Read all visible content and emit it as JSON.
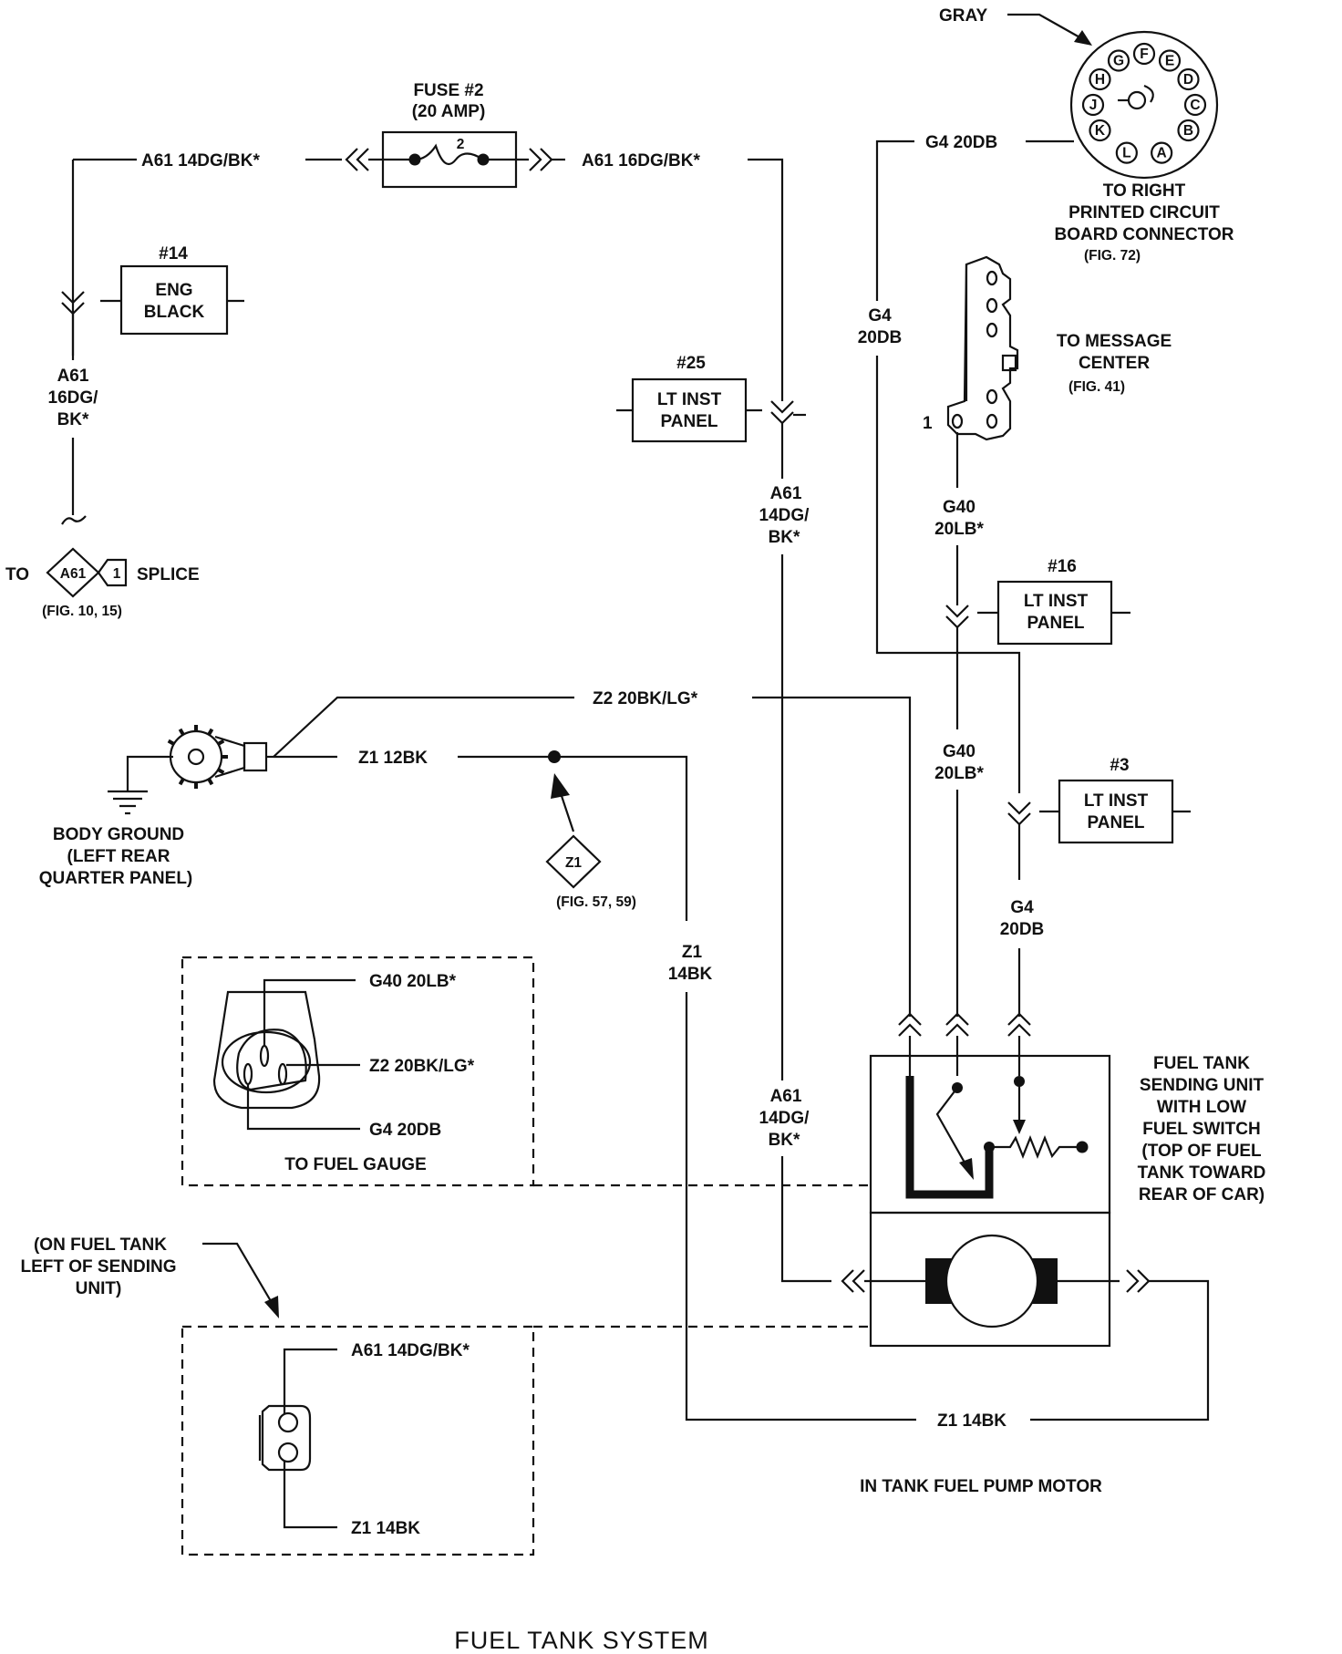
{
  "title": "FUEL TANK SYSTEM",
  "colors": {
    "ink": "#111111",
    "paper": "#ffffff"
  },
  "fuse": {
    "name": "FUSE #2",
    "rating": "(20 AMP)",
    "number": "2"
  },
  "wires": {
    "a61_14_top": "A61 14DG/BK*",
    "a61_16_top": "A61 16DG/BK*",
    "a61_left_l1": "A61",
    "a61_left_l2": "16DG/",
    "a61_left_l3": "BK*",
    "a61_mid_l1": "A61",
    "a61_mid_l2": "14DG/",
    "a61_mid_l3": "BK*",
    "a61_low_l1": "A61",
    "a61_low_l2": "14DG/",
    "a61_low_l3": "BK*",
    "g4_top": "G4 20DB",
    "g4_vert_l1": "G4",
    "g4_vert_l2": "20DB",
    "g40_a_l1": "G40",
    "g40_a_l2": "20LB*",
    "g40_b_l1": "G40",
    "g40_b_l2": "20LB*",
    "g4_low_l1": "G4",
    "g4_low_l2": "20DB",
    "z2": "Z2 20BK/LG*",
    "z1_12": "Z1 12BK",
    "z1_14_l1": "Z1",
    "z1_14_l2": "14BK",
    "z1_14_bottom": "Z1 14BK"
  },
  "connectors": {
    "c14": {
      "num": "#14",
      "l1": "ENG",
      "l2": "BLACK"
    },
    "c25": {
      "num": "#25",
      "l1": "LT INST",
      "l2": "PANEL"
    },
    "c16": {
      "num": "#16",
      "l1": "LT INST",
      "l2": "PANEL"
    },
    "c3": {
      "num": "#3",
      "l1": "LT INST",
      "l2": "PANEL"
    }
  },
  "splice": {
    "to": "TO",
    "code": "A61",
    "num": "1",
    "label": "SPLICE",
    "fig": "(FIG. 10, 15)"
  },
  "body_ground": {
    "l1": "BODY GROUND",
    "l2": "(LEFT REAR",
    "l3": "QUARTER PANEL)"
  },
  "z1_diamond": {
    "code": "Z1",
    "fig": "(FIG. 57, 59)"
  },
  "gray_connector": {
    "color_label": "GRAY",
    "pins": [
      "K",
      "J",
      "H",
      "G",
      "F",
      "E",
      "D",
      "C",
      "B",
      "A",
      "L"
    ],
    "dest_l1": "TO RIGHT",
    "dest_l2": "PRINTED CIRCUIT",
    "dest_l3": "BOARD CONNECTOR",
    "dest_fig": "(FIG. 72)"
  },
  "message_center": {
    "pin": "1",
    "l1": "TO MESSAGE",
    "l2": "CENTER",
    "fig": "(FIG. 41)"
  },
  "fuel_gauge": {
    "pins": [
      "G40 20LB*",
      "Z2 20BK/LG*",
      "G4 20DB"
    ],
    "label": "TO FUEL GAUGE"
  },
  "pump_connector_box": {
    "pins": [
      "A61 14DG/BK*",
      "Z1 14BK"
    ]
  },
  "tank_note": {
    "l1": "(ON FUEL TANK",
    "l2": "LEFT OF SENDING",
    "l3": "UNIT)"
  },
  "sending_unit": {
    "l1": "FUEL TANK",
    "l2": "SENDING UNIT",
    "l3": "WITH LOW",
    "l4": "FUEL SWITCH",
    "l5": "(TOP OF FUEL",
    "l6": "TANK TOWARD",
    "l7": "REAR OF CAR)"
  },
  "pump_motor": {
    "label": "IN TANK FUEL PUMP MOTOR"
  }
}
